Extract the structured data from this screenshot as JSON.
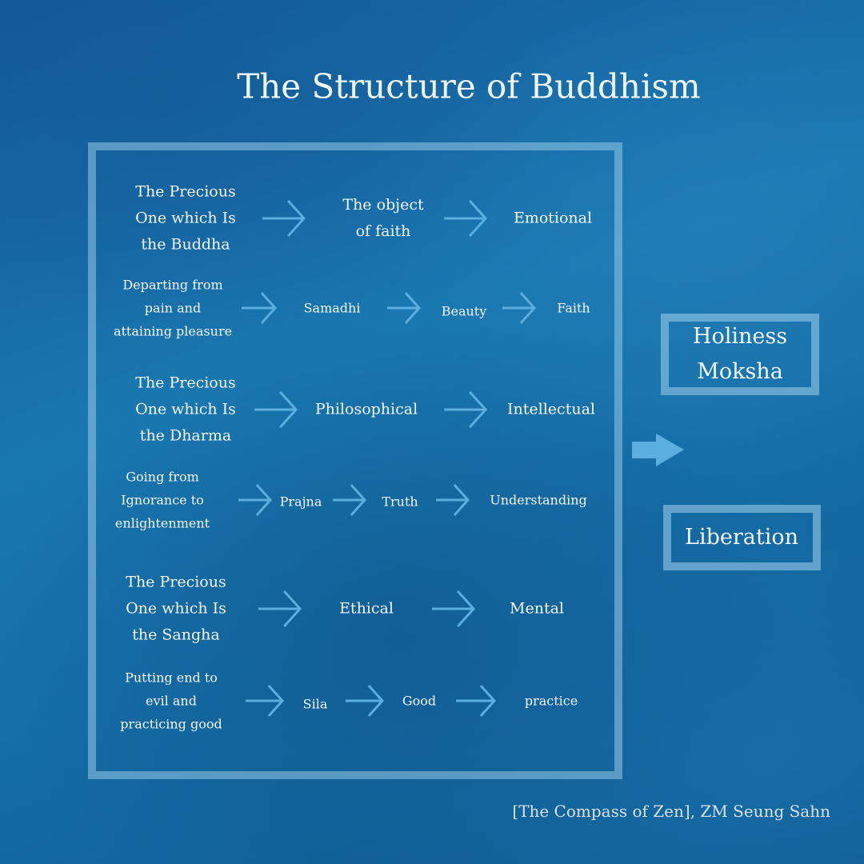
{
  "title": "The Structure of Buddhism",
  "rows": [
    {
      "source": [
        "The Precious",
        "One which Is",
        "the Buddha"
      ],
      "steps": [
        [
          "The object",
          "of faith"
        ],
        [
          "Emotional"
        ]
      ]
    },
    {
      "source": [
        "Departing from",
        "pain and",
        "attaining pleasure"
      ],
      "steps": [
        [
          "Samadhi"
        ],
        [
          "Beauty"
        ],
        [
          "Faith"
        ]
      ]
    },
    {
      "source": [
        "The Precious",
        "One which Is",
        "the Dharma"
      ],
      "steps": [
        [
          "Philosophical"
        ],
        [
          "Intellectual"
        ]
      ]
    },
    {
      "source": [
        "Going from",
        "Ignorance to",
        "enlightenment"
      ],
      "steps": [
        [
          "Prajna"
        ],
        [
          "Truth"
        ],
        [
          "Understanding"
        ]
      ]
    },
    {
      "source": [
        "The Precious",
        "One which Is",
        "the Sangha"
      ],
      "steps": [
        [
          "Ethical"
        ],
        [
          "Mental"
        ]
      ]
    },
    {
      "source": [
        "Putting end to",
        "evil and",
        "practicing good"
      ],
      "steps": [
        [
          "Sila"
        ],
        [
          "Good"
        ],
        [
          "practice"
        ]
      ]
    }
  ],
  "results": {
    "top": [
      "Holiness",
      "Moksha"
    ],
    "bottom": "Liberation"
  },
  "citation": "[The Compass of Zen], ZM Seung Sahn",
  "colors": {
    "arrow": "#5aaee0",
    "frame": "#96c8e6"
  }
}
